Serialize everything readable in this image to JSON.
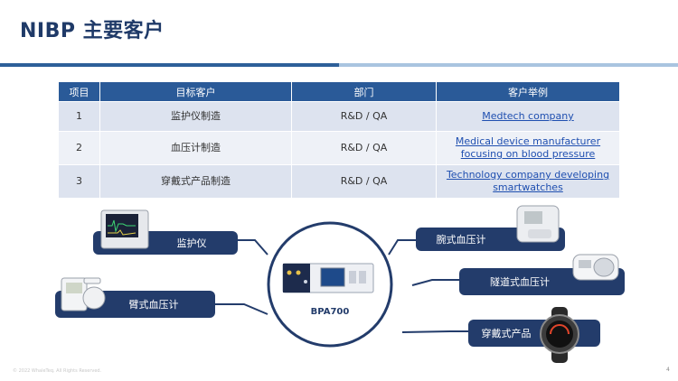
{
  "header": {
    "title": "NIBP 主要客户"
  },
  "table": {
    "headers": [
      "项目",
      "目标客户",
      "部门",
      "客户举例"
    ],
    "rows": [
      {
        "id": "1",
        "target": "监护仪制造",
        "dept": "R&D / QA",
        "example_1": "Medtech company",
        "example_2": ""
      },
      {
        "id": "2",
        "target": "血压计制造",
        "dept": "R&D / QA",
        "example_1": "Medical device manufacturer",
        "example_2": "focusing on blood pressure"
      },
      {
        "id": "3",
        "target": "穿戴式产品制造",
        "dept": "R&D / QA",
        "example_1": "Technology company developing",
        "example_2": "smartwatches"
      }
    ]
  },
  "diagram": {
    "center_label": "BPA700",
    "left_items": [
      "监护仪",
      "臂式血压计"
    ],
    "right_items": [
      "腕式血压计",
      "隧道式血压计",
      "穿戴式产品"
    ]
  },
  "footer": {
    "copyright": "© 2022 WhaleTeq. All Rights Reserved.",
    "page": "4"
  },
  "colors": {
    "navy": "#233c6b",
    "accent": "#2a5a98",
    "light_accent": "#a9c4e0",
    "link": "#1f4fb0"
  }
}
